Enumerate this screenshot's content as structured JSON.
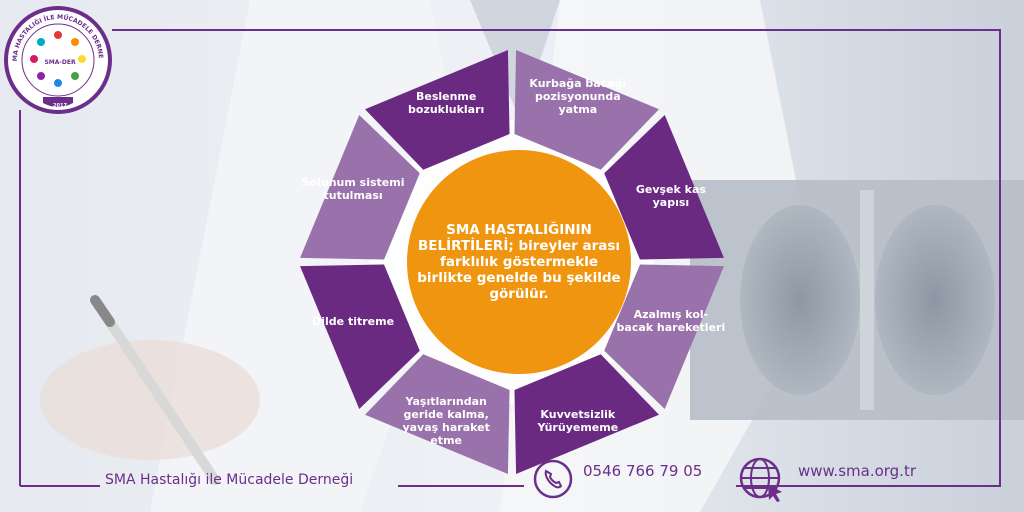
{
  "logo": {
    "ring_text": "SMA HASTALIĞI İLE MÜCADELE DERNEĞİ",
    "center_text": "SMA-DER",
    "year": "2017"
  },
  "center": {
    "text": "SMA HASTALIĞININ BELİRTİLERİ; bireyler arası farklılık göstermekle birlikte genelde bu şekilde görülür."
  },
  "segments": [
    {
      "label": "Beslenme bozuklukları",
      "color": "#6b2a82"
    },
    {
      "label": "Kurbağa bacağı pozisyonunda yatma",
      "color": "#9a72ab"
    },
    {
      "label": "Gevşek kas yapısı",
      "color": "#6b2a82"
    },
    {
      "label": "Azalmış kol-bacak hareketleri",
      "color": "#9a72ab"
    },
    {
      "label": "Kuvvetsizlik Yürüyememe",
      "color": "#6b2a82"
    },
    {
      "label": "Yaşıtlarından geride kalma, yavaş haraket etme",
      "color": "#9a72ab"
    },
    {
      "label": "Dilde titreme",
      "color": "#6b2a82"
    },
    {
      "label": "Solunum sistemi tutulması",
      "color": "#9a72ab"
    }
  ],
  "footer": {
    "org_name": "SMA Hastalığı ile Mücadele Derneği",
    "phone": "0546 766 79 05",
    "website": "www.sma.org.tr"
  },
  "colors": {
    "accent": "#6b2f8a",
    "center": "#f0950f"
  },
  "icons": {
    "phone": "phone-icon",
    "web": "globe-cursor-icon"
  }
}
